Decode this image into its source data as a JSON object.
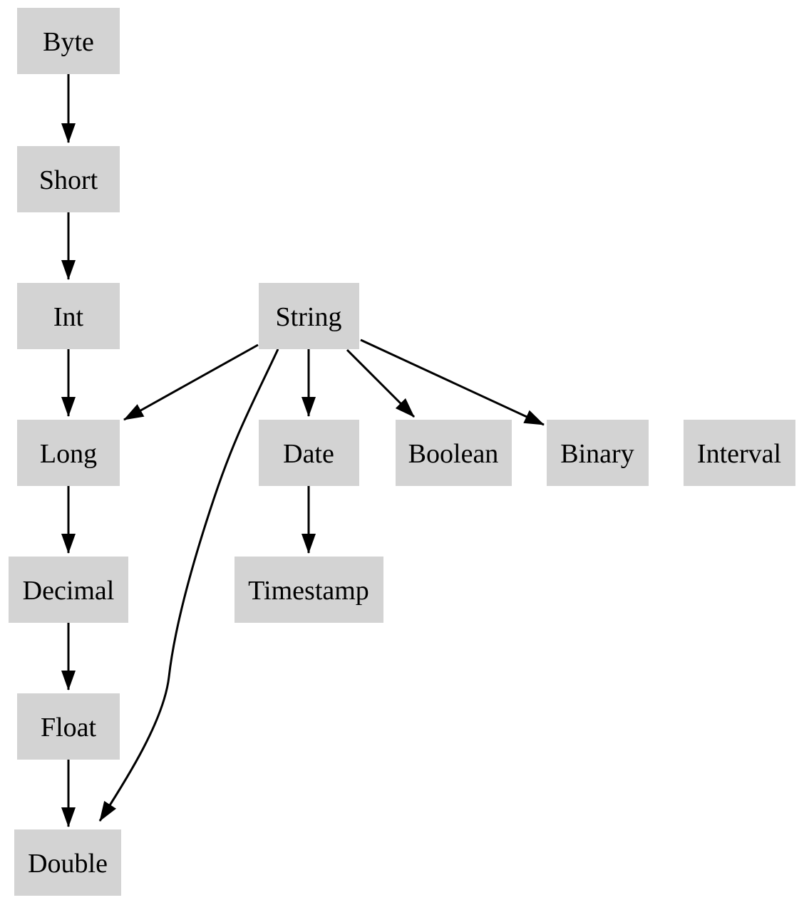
{
  "diagram": {
    "type": "digraph",
    "background": "#ffffff",
    "node_fill": "#d3d3d3",
    "edge_color": "#000000",
    "text_color": "#000000",
    "nodes": {
      "byte": {
        "label": "Byte"
      },
      "short": {
        "label": "Short"
      },
      "int": {
        "label": "Int"
      },
      "string": {
        "label": "String"
      },
      "long": {
        "label": "Long"
      },
      "date": {
        "label": "Date"
      },
      "boolean": {
        "label": "Boolean"
      },
      "binary": {
        "label": "Binary"
      },
      "interval": {
        "label": "Interval"
      },
      "decimal": {
        "label": "Decimal"
      },
      "timestamp": {
        "label": "Timestamp"
      },
      "float": {
        "label": "Float"
      },
      "double": {
        "label": "Double"
      }
    },
    "edges": [
      {
        "from": "Byte",
        "to": "Short"
      },
      {
        "from": "Short",
        "to": "Int"
      },
      {
        "from": "Int",
        "to": "Long"
      },
      {
        "from": "String",
        "to": "Long"
      },
      {
        "from": "String",
        "to": "Date"
      },
      {
        "from": "String",
        "to": "Boolean"
      },
      {
        "from": "String",
        "to": "Binary"
      },
      {
        "from": "String",
        "to": "Double"
      },
      {
        "from": "Long",
        "to": "Decimal"
      },
      {
        "from": "Date",
        "to": "Timestamp"
      },
      {
        "from": "Decimal",
        "to": "Float"
      },
      {
        "from": "Float",
        "to": "Double"
      }
    ]
  }
}
